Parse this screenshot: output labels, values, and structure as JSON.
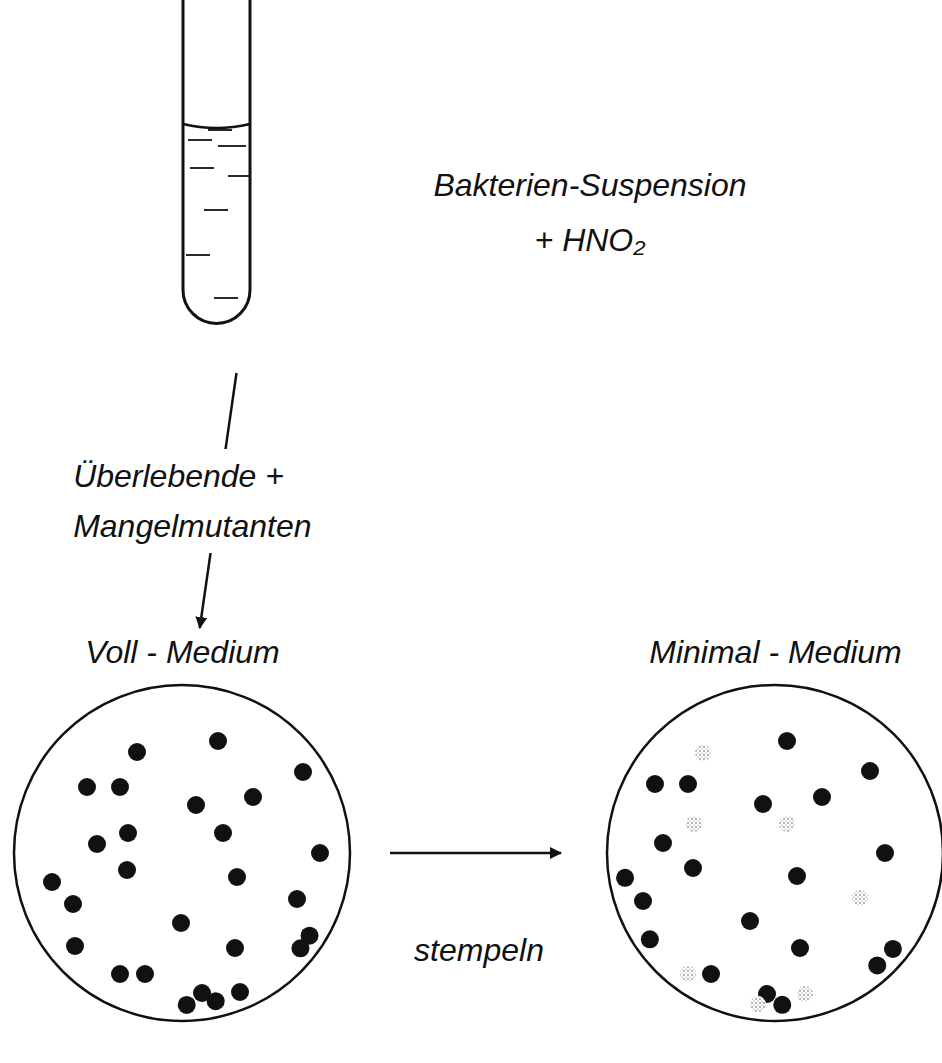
{
  "diagram": {
    "nodes": [
      {
        "text": [
          "Bakterien-Suspension + HNO₂"
        ]
      },
      {
        "text": [
          "Voll - Medium"
        ]
      },
      {
        "text": [
          "Minimal - Medium"
        ]
      }
    ],
    "edges": [
      {
        "from": 0,
        "to": 1,
        "arrow": "to",
        "label": "Überlebende + Mangelmutanten"
      },
      {
        "from": 1,
        "to": 2,
        "arrow": "to",
        "label": "stempeln"
      }
    ]
  }
}
